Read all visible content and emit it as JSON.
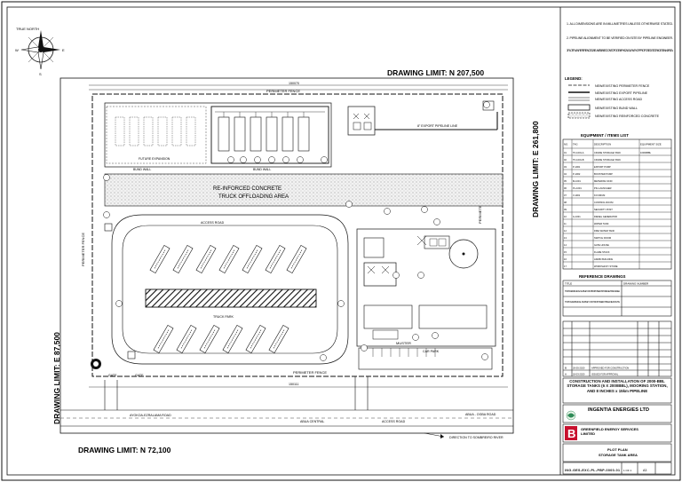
{
  "limits": {
    "north_top": "DRAWING LIMIT: N 207,500",
    "north_bottom": "DRAWING LIMIT: N 72,100",
    "east_left": "DRAWING LIMIT: E 87,500",
    "east_right": "DRAWING LIMIT: E 261,800"
  },
  "compass": {
    "n": "TRUE NORTH",
    "e": "E",
    "s": "S",
    "w": "W"
  },
  "site": {
    "perimeter_fence": "PERIMETER FENCE",
    "bund_wall": "BUND WALL",
    "tank_future": "FUTURE EXPANSION",
    "reinforced_line1": "RE-INFORCED CONCRETE",
    "reinforced_line2": "TRUCK OFFLOADING AREA",
    "truck_park": "TRUCK PARK",
    "car_park": "CAR PARK",
    "muster": "MUSTER",
    "export_pipeline": "8\" EXPORT PIPELINE LINE",
    "access_road": "ACCESS ROAD",
    "ayokoa_road": "AYOKOA-EZRALAMA ROAD",
    "abua_central": "ABUA CENTRAL",
    "abua_ogba_road": "ABUA - OGBA ROAD",
    "to_river": "DIRECTION TO SOMBREIRO RIVER",
    "gate": "GATE",
    "dim_total_top": "150070",
    "dim_total_bottom": "150111"
  },
  "notes": [
    "1. ALL DIMENSIONS ARE IN MILLIMETRES UNLESS OTHERWISE STATED.",
    "2. PIPELINE ALIGNMENT TO BE VERIFIED ON SITE BY PIPELINE ENGINEER.",
    "3. PLOT PLAN REFERENCE DATUM IS BASED ON TOPOGRAPHICAL SURVEY OF PROPOSED STORAGE TANK AREA."
  ],
  "legend": {
    "title": "LEGEND:",
    "items": [
      "NEW/EXISTING PERIMETER FENCE",
      "NEW/EXISTING EXPORT PIPELINE",
      "NEW/EXISTING ACCESS ROAD",
      "NEW/EXISTING BUND WALL",
      "NEW/EXISTING REINFORCED CONCRETE"
    ]
  },
  "equipment": {
    "title": "EQUIPMENT / ITEMS LIST",
    "headers": [
      "NO.",
      "TAG",
      "DESCRIPTION",
      "EQUIPMENT SIZE"
    ],
    "rows": [
      [
        "01",
        "TK-1001-A",
        "CRUDE STORAGE TANK",
        "10000BBL"
      ],
      [
        "02",
        "TK-1001-B",
        "CRUDE STORAGE TANK",
        ""
      ],
      [
        "03",
        "P-1001",
        "EXPORT PUMP",
        ""
      ],
      [
        "04",
        "P-1002",
        "BOOSTER PUMP",
        ""
      ],
      [
        "05",
        "M-1001",
        "METERING SKID",
        ""
      ],
      [
        "06",
        "PL-1001",
        "PIG LAUNCHER",
        ""
      ],
      [
        "07",
        "V-1001",
        "KO DRUM",
        ""
      ],
      [
        "08",
        "",
        "CONTROL ROOM",
        ""
      ],
      [
        "09",
        "",
        "SECURITY POST",
        ""
      ],
      [
        "10",
        "G-1001",
        "DIESEL GENERATOR",
        ""
      ],
      [
        "11",
        "",
        "WATER TANK",
        ""
      ],
      [
        "12",
        "",
        "FIRE WATER TANK",
        ""
      ],
      [
        "13",
        "",
        "SWITCH ROOM",
        ""
      ],
      [
        "14",
        "",
        "GATE HOUSE",
        ""
      ],
      [
        "15",
        "",
        "FLARE STACK",
        ""
      ],
      [
        "16",
        "",
        "ADMIN BUILDING",
        ""
      ],
      [
        "17",
        "",
        "WORKSHOP / STORE",
        ""
      ]
    ]
  },
  "reference": {
    "title": "REFERENCE DRAWINGS",
    "headers": [
      "TITLE",
      "DRAWING NUMBER"
    ],
    "rows": [
      [
        "TOPOGRAPHICAL SURVEY OF PROPOSED STORAGE TANK AREA",
        ""
      ],
      [
        "TOPOGRAPHICAL SURVEY OF PROPOSED PIPELINE ROUTE",
        ""
      ]
    ]
  },
  "revisions": [
    [
      "B",
      "26-05-2020",
      "APPROVED FOR CONSTRUCTION",
      "",
      "",
      ""
    ],
    [
      "A",
      "18-03-2020",
      "ISSUED FOR APPROVAL",
      "",
      "",
      ""
    ]
  ],
  "project_title": "CONSTRUCTION AND INSTALLATION OF 2000-BBL STORAGE TANKS (6 X 2000BBL), MOORING STATION, AND 8 INCHES x 15km PIPELINE",
  "client": "INGENTIA ENERGIES LTD",
  "contractor_line1": "GREENFIELD ENERGY SERVICES",
  "contractor_line2": "LIMITED",
  "contractor_logo_letter": "B",
  "drawing_title_1": "PLOT PLAN",
  "drawing_title_2": "STORAGE TANK AREA",
  "drawing_number": "ING-GES-EXC-PL-PBP-0000-01",
  "sheet": "1 OF 1",
  "scale_label": "A3"
}
